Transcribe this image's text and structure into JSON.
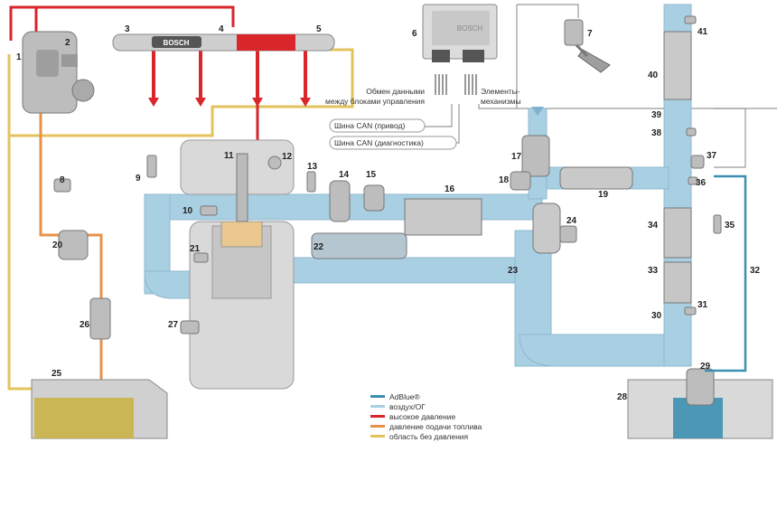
{
  "labels": {
    "data_exchange": [
      "Обмен данными",
      "между блоками управления"
    ],
    "actuators": [
      "Элементы-",
      "механизмы"
    ],
    "can_drive": "Шина CAN (привод)",
    "can_diag": "Шина CAN (диагностика)",
    "bosch_rail": "BOSCH",
    "bosch_ecu": "BOSCH"
  },
  "legend": [
    {
      "color": "#3b8fb0",
      "text": "AdBlue®"
    },
    {
      "color": "#a9cfe2",
      "text": "воздух/ОГ"
    },
    {
      "color": "#d8262b",
      "text": "высокое давление"
    },
    {
      "color": "#e8914a",
      "text": "давление подачи топлива"
    },
    {
      "color": "#e3c35c",
      "text": "область без давления"
    }
  ],
  "components": [
    "1",
    "2",
    "3",
    "4",
    "5",
    "6",
    "7",
    "8",
    "9",
    "10",
    "11",
    "12",
    "13",
    "14",
    "15",
    "16",
    "17",
    "18",
    "19",
    "20",
    "21",
    "22",
    "23",
    "24",
    "25",
    "26",
    "27",
    "28",
    "29",
    "30",
    "31",
    "32",
    "33",
    "34",
    "35",
    "36",
    "37",
    "38",
    "39",
    "40",
    "41"
  ],
  "colors": {
    "high_pressure": "#d8262b",
    "feed_pressure": "#e8914a",
    "no_pressure": "#e3c35c",
    "air_exhaust": "#a9cfe2",
    "adblue": "#3b8fb0",
    "engine_grey": "#d9d9d9"
  }
}
